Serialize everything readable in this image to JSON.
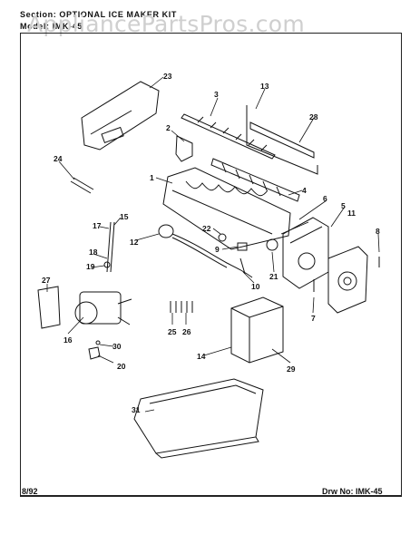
{
  "header": {
    "section": "Section: OPTIONAL ICE MAKER KIT",
    "model": "Model: IMK-45",
    "watermark": "AppliancePartsPros.com"
  },
  "footer": {
    "date": "8/92",
    "drawing": "Drw No: IMK-45"
  },
  "callouts": [
    "1",
    "2",
    "3",
    "4",
    "5",
    "6",
    "7",
    "8",
    "9",
    "10",
    "11",
    "12",
    "13",
    "14",
    "15",
    "16",
    "17",
    "18",
    "19",
    "20",
    "21",
    "22",
    "23",
    "24",
    "25",
    "26",
    "27",
    "28",
    "29",
    "30",
    "31"
  ]
}
